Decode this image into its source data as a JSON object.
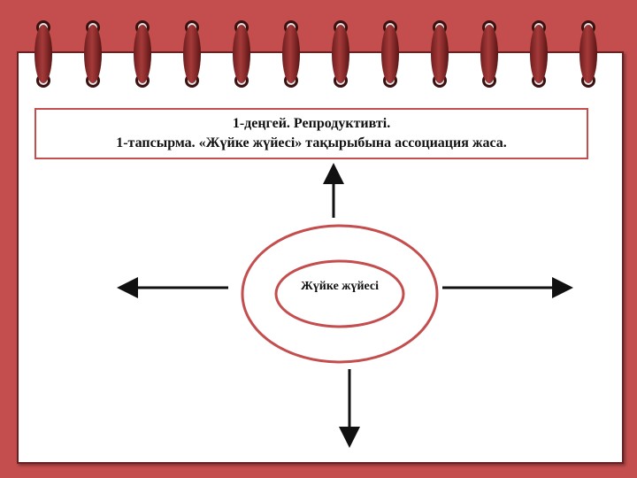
{
  "slide": {
    "title_line1": "1-деңгей. Репродуктивті.",
    "title_line2": "1-тапсырма. «Жүйке жүйесі» тақырыбына ассоциация жаса.",
    "center_label": "Жүйке жүйесі"
  },
  "colors": {
    "background": "#c44e4e",
    "ring": "#8b2a2a",
    "ellipse": "#c44e4e",
    "arrow": "#111111"
  }
}
